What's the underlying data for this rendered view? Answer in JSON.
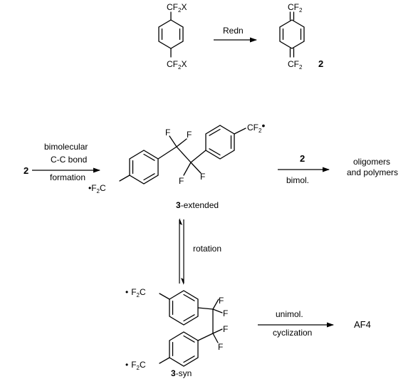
{
  "reaction1": {
    "reactant_substituent": "CF",
    "reactant_sub": "2",
    "reactant_x": "X",
    "reagent": "Redn",
    "product_substituent": "CF",
    "product_sub": "2",
    "product_id": "2"
  },
  "reaction2": {
    "start_id": "2",
    "cond_line1": "bimolecular",
    "cond_line2": "C-C bond",
    "cond_line3": "formation",
    "product_number": "3",
    "product_suffix": "-extended",
    "fluorine": "F",
    "radical_group": "CF",
    "radical_group_left": "F",
    "radical_group_left_tail": "C",
    "radical_sub": "2"
  },
  "reaction3": {
    "reagent_id": "2",
    "condition": "bimol.",
    "product_line1": "oligomers",
    "product_line2": "and polymers"
  },
  "equilibrium": {
    "label": "rotation"
  },
  "syn": {
    "product_number": "3",
    "product_suffix": "-syn",
    "fluorine": "F",
    "group_left": "F",
    "group_tail": "C",
    "group_sub": "2"
  },
  "reaction4": {
    "cond_line1": "unimol.",
    "cond_line2": "cyclization",
    "product": "AF4"
  }
}
